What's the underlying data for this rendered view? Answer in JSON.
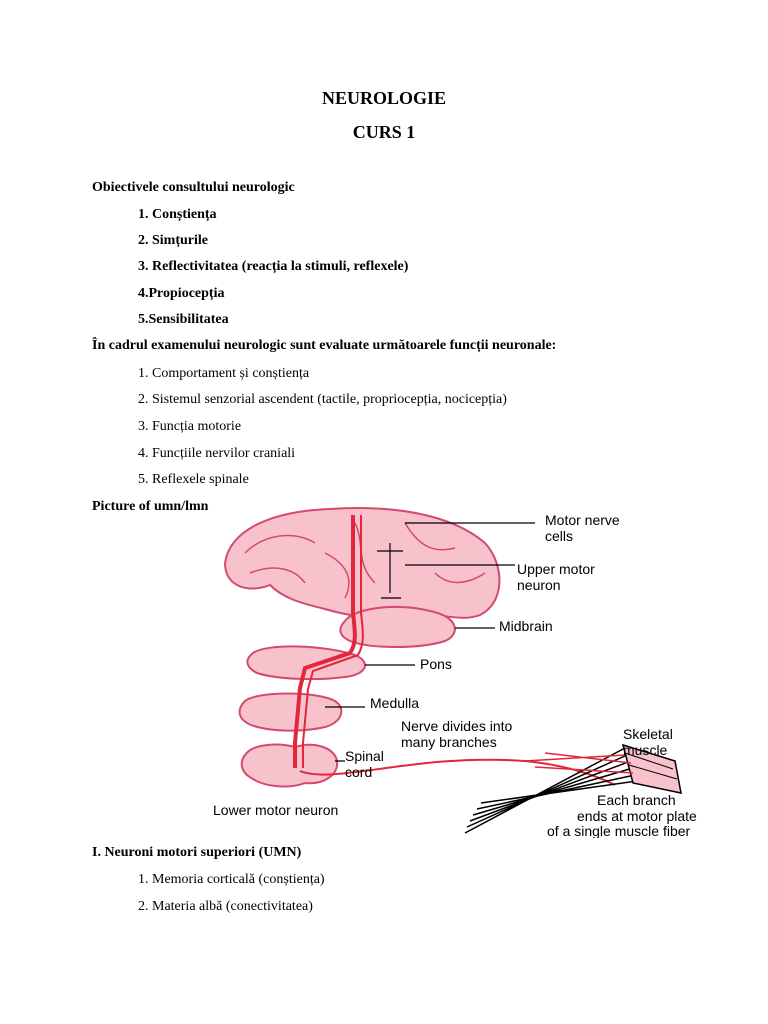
{
  "header": {
    "title": "NEUROLOGIE",
    "subtitle": "CURS 1"
  },
  "objectives": {
    "heading": "Obiectivele consultului neurologic",
    "items": [
      "1. Conștiența",
      "2. Simțurile",
      "3. Reflectivitatea (reacția la stimuli, reflexele)",
      "4.Propiocepția",
      "5.Sensibilitatea"
    ]
  },
  "functions": {
    "heading": "În cadrul examenului neurologic sunt evaluate următoarele funcții neuronale:",
    "items": [
      "1.  Comportament și conștiența",
      "2. Sistemul senzorial ascendent (tactile, propriocepția, nocicepția)",
      "3.  Funcția motorie",
      "4.  Funcțiile nervilor craniali",
      "5.  Reflexele spinale"
    ]
  },
  "figure": {
    "caption": "Picture of umn/lmn",
    "colors": {
      "tissue": "#f7c2cc",
      "outline": "#d44a6e",
      "nerve": "#e2273b"
    },
    "labels": {
      "motor_nerve_cells": [
        "Motor nerve",
        "cells"
      ],
      "upper_motor_neuron": [
        "Upper motor",
        "neuron"
      ],
      "midbrain": "Midbrain",
      "pons": "Pons",
      "medulla": "Medulla",
      "nerve_divides": [
        "Nerve divides into",
        "many branches"
      ],
      "skeletal_muscle": [
        "Skeletal",
        "muscle"
      ],
      "spinal_cord": [
        "Spinal",
        "cord"
      ],
      "lower_motor_neuron": "Lower motor neuron",
      "each_branch": [
        "Each branch",
        "ends at motor plate",
        "of a single muscle fiber"
      ]
    }
  },
  "umn": {
    "heading": "I. Neuroni motori superiori (UMN)",
    "items": [
      "1. Memoria corticală (conștiența)",
      "2. Materia albă (conectivitatea)"
    ]
  }
}
